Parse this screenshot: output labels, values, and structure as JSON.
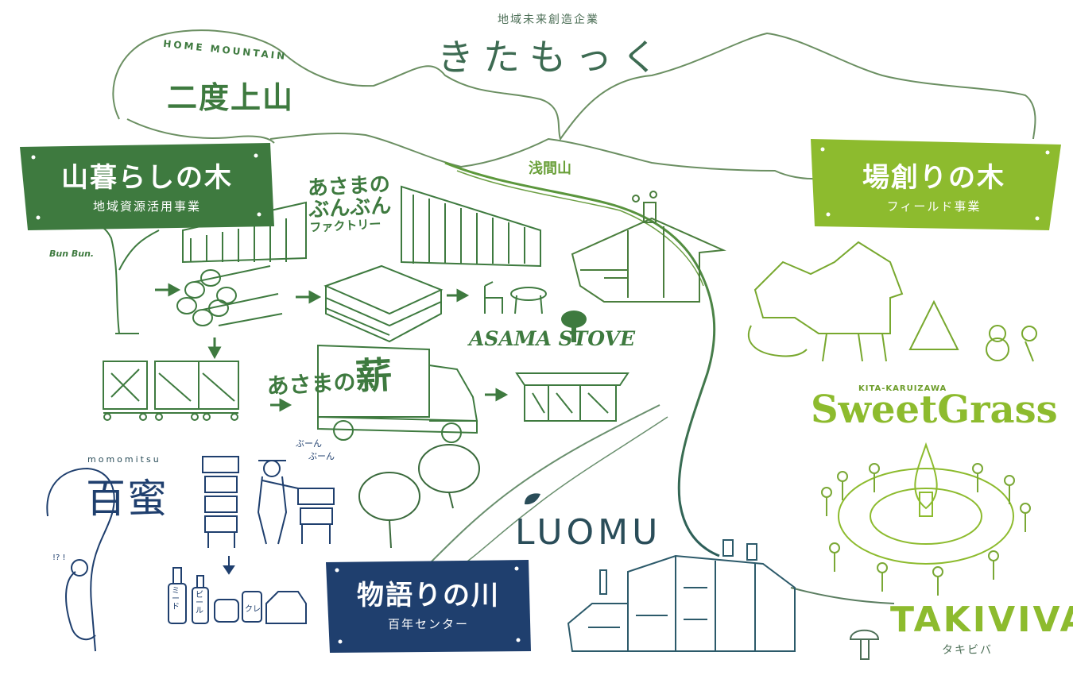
{
  "header": {
    "tagline": "地域未来創造企業",
    "company": "きたもっく"
  },
  "mountain": {
    "label": "浅間山",
    "logo_top": "HOME MOUNTAIN",
    "logo_main": "二度上山"
  },
  "signs": {
    "yamagurashi": {
      "title": "山暮らしの木",
      "subtitle": "地域資源活用事業"
    },
    "bashozukuri": {
      "title": "場創りの木",
      "subtitle": "フィールド事業"
    },
    "monogatari": {
      "title": "物語りの川",
      "subtitle": "百年センター"
    }
  },
  "brands": {
    "bunbun": [
      "あさまの",
      "ぶんぶん",
      "ファクトリー"
    ],
    "asama_stove": "ASAMA STOVE",
    "makitext": {
      "prefix": "あさまの",
      "main": "薪"
    },
    "momomitsu_romaji": "momomitsu",
    "momomitsu": "百蜜",
    "luomu": "LUOMU",
    "sweetgrass_top": "KITA-KARUIZAWA",
    "sweetgrass": "SweetGrass",
    "takiviva": "TAKIVIVA",
    "takiviva_kana": "タキビバ"
  },
  "annotations": {
    "bunbun_sound": "Bun Bun.",
    "bee_sound_1": "ぶーん",
    "bee_sound_2": "ぶーん",
    "bear_sound": "!? !",
    "bottle_1": "ミード",
    "bottle_2": "ビール",
    "bottle_3": "クレ"
  },
  "colors": {
    "dark_green": "#3e7a3f",
    "mid_green": "#5a9a3c",
    "lime_green": "#8dbb2e",
    "navy": "#1f3f6e",
    "teal_text": "#2a4d59",
    "sketch": "#3a6a3c"
  }
}
